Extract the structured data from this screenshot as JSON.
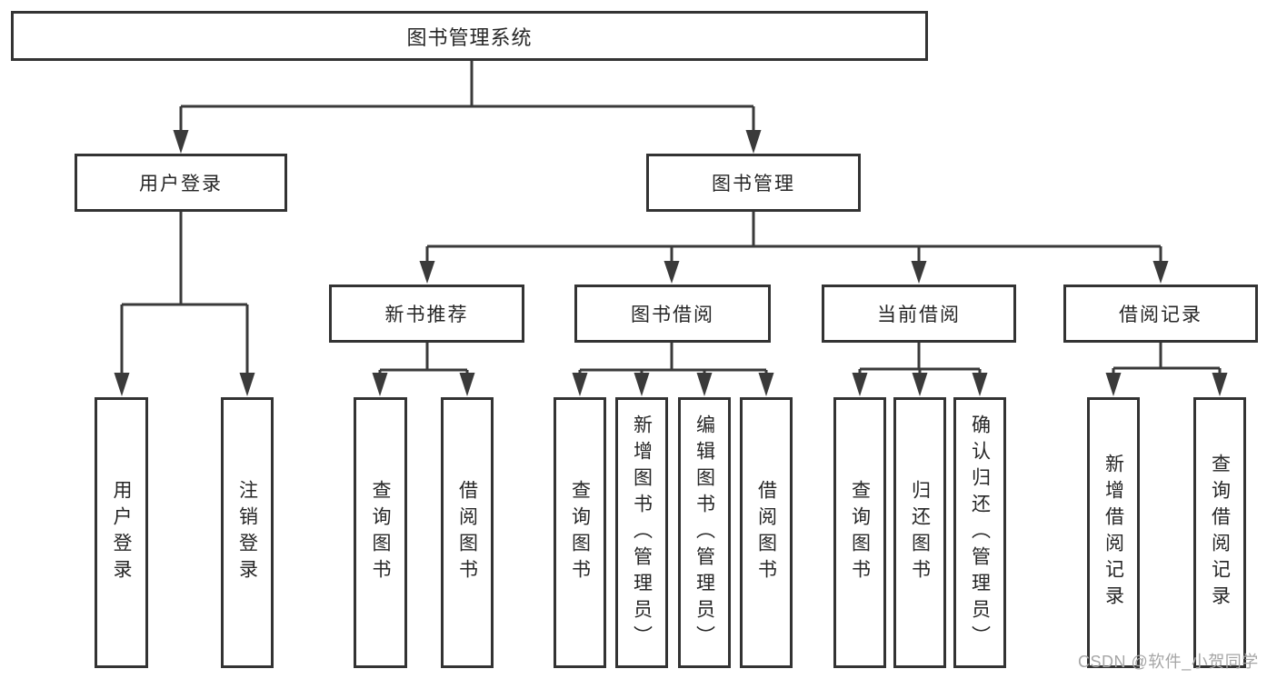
{
  "colors": {
    "line": "#3a3a3a",
    "border": "#333333",
    "text": "#262626",
    "watermark": "#a6a6a6",
    "background": "#ffffff"
  },
  "watermark": {
    "text": "CSDN @软件_小贺同学"
  },
  "tree": {
    "root": {
      "label": "图书管理系统"
    },
    "children": [
      {
        "label": "用户登录",
        "children": [
          {
            "label": "用户登录"
          },
          {
            "label": "注销登录"
          }
        ]
      },
      {
        "label": "图书管理",
        "children": [
          {
            "label": "新书推荐",
            "children": [
              {
                "label": "查询图书"
              },
              {
                "label": "借阅图书"
              }
            ]
          },
          {
            "label": "图书借阅",
            "children": [
              {
                "label": "查询图书"
              },
              {
                "label": "新增图书（管理员）"
              },
              {
                "label": "编辑图书（管理员）"
              },
              {
                "label": "借阅图书"
              }
            ]
          },
          {
            "label": "当前借阅",
            "children": [
              {
                "label": "查询图书"
              },
              {
                "label": "归还图书"
              },
              {
                "label": "确认归还（管理员）"
              }
            ]
          },
          {
            "label": "借阅记录",
            "children": [
              {
                "label": "新增借阅记录"
              },
              {
                "label": "查询借阅记录"
              }
            ]
          }
        ]
      }
    ]
  }
}
